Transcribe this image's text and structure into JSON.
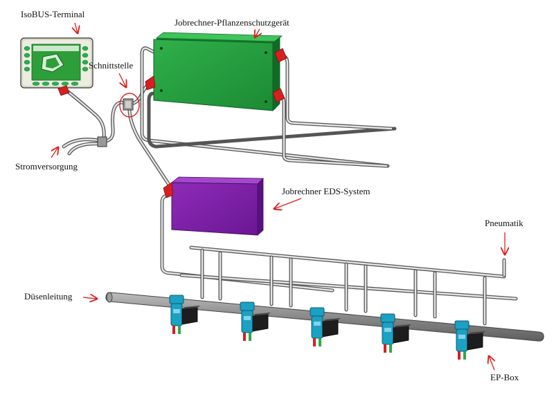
{
  "labels": {
    "isobus": "IsoBUS-Terminal",
    "schnittstelle": "Schnittstelle",
    "jobrechner_psg": "Jobrechner-Pflanzenschutzgerät",
    "stromversorgung": "Stromversorgung",
    "jobrechner_eds": "Jobrechner EDS-System",
    "pneumatik": "Pneumatik",
    "duesenleitung": "Düsenleitung",
    "ep_box": "EP-Box"
  },
  "colors": {
    "jobrechner_psg_box": "#1f9a3a",
    "jobrechner_eds_box": "#7b1fa2",
    "connector": "#d62020",
    "nozzle": "#1ba1c4",
    "arrow": "#e01b1b",
    "terminal_screen": "#2e9e3a",
    "terminal_buttons": "#25b34a"
  },
  "icons": {
    "terminal": "isobus-terminal-icon",
    "nozzle_unit": "nozzle-unit-icon"
  }
}
